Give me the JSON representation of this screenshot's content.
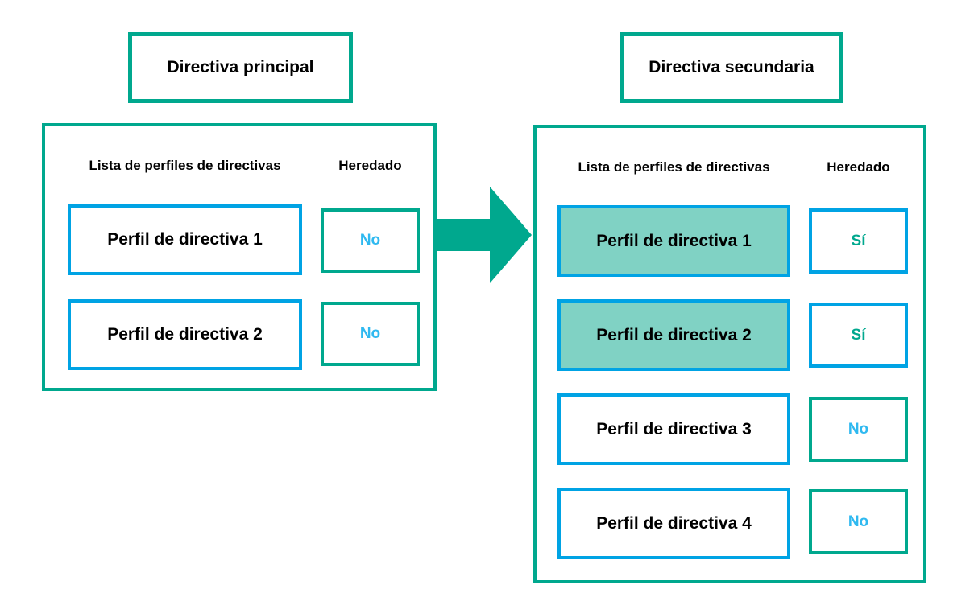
{
  "colors": {
    "teal": "#00A88E",
    "blue": "#00A3E4",
    "no_text_blue": "#2FB9F0",
    "inherited_fill": "#80D2C4",
    "text_black": "#000000",
    "background": "#FFFFFF"
  },
  "primary_policy": {
    "title": "Directiva principal",
    "columns": {
      "profiles_header": "Lista de perfiles de directivas",
      "inherited_header": "Heredado"
    },
    "rows": [
      {
        "profile": "Perfil de directiva 1",
        "inherited": "No",
        "highlighted": false
      },
      {
        "profile": "Perfil de directiva 2",
        "inherited": "No",
        "highlighted": false
      }
    ]
  },
  "secondary_policy": {
    "title": "Directiva secundaria",
    "columns": {
      "profiles_header": "Lista de perfiles de directivas",
      "inherited_header": "Heredado"
    },
    "rows": [
      {
        "profile": "Perfil de directiva 1",
        "inherited": "Sí",
        "highlighted": true
      },
      {
        "profile": "Perfil de directiva 2",
        "inherited": "Sí",
        "highlighted": true
      },
      {
        "profile": "Perfil de directiva 3",
        "inherited": "No",
        "highlighted": false
      },
      {
        "profile": "Perfil de directiva 4",
        "inherited": "No",
        "highlighted": false
      }
    ]
  },
  "arrow": {
    "meaning": "inheritance from primary policy to secondary policy",
    "direction": "right"
  }
}
